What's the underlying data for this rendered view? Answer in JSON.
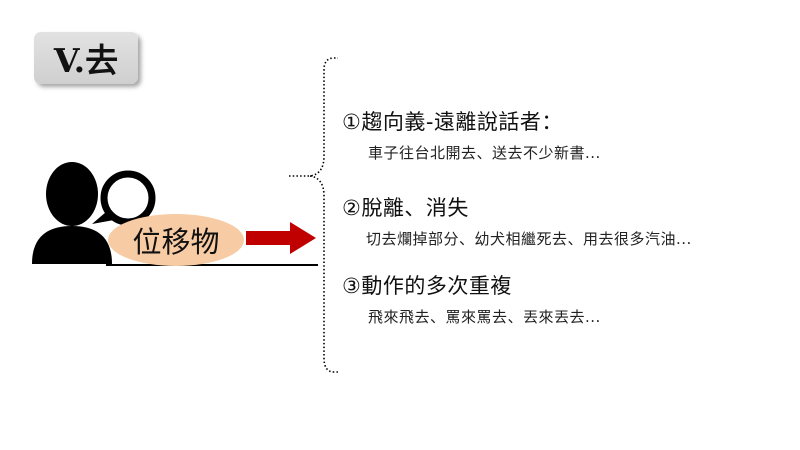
{
  "title": "V.去",
  "figure": {
    "label": "位移物",
    "icons": [
      "person-silhouette-icon",
      "speech-bubble-icon",
      "right-arrow-icon"
    ],
    "colors": {
      "oval": "#f7cba4",
      "arrow": "#c00000",
      "title_box": "#d9d9d9"
    }
  },
  "items": [
    {
      "title": "①趨向義-遠離說話者：",
      "example": "車子往台北開去、送去不少新書..."
    },
    {
      "title": "②脫離、消失",
      "example": "切去爛掉部分、幼犬相繼死去、用去很多汽油..."
    },
    {
      "title": "③動作的多次重複",
      "example": "飛來飛去、罵來罵去、丟來丟去..."
    }
  ]
}
